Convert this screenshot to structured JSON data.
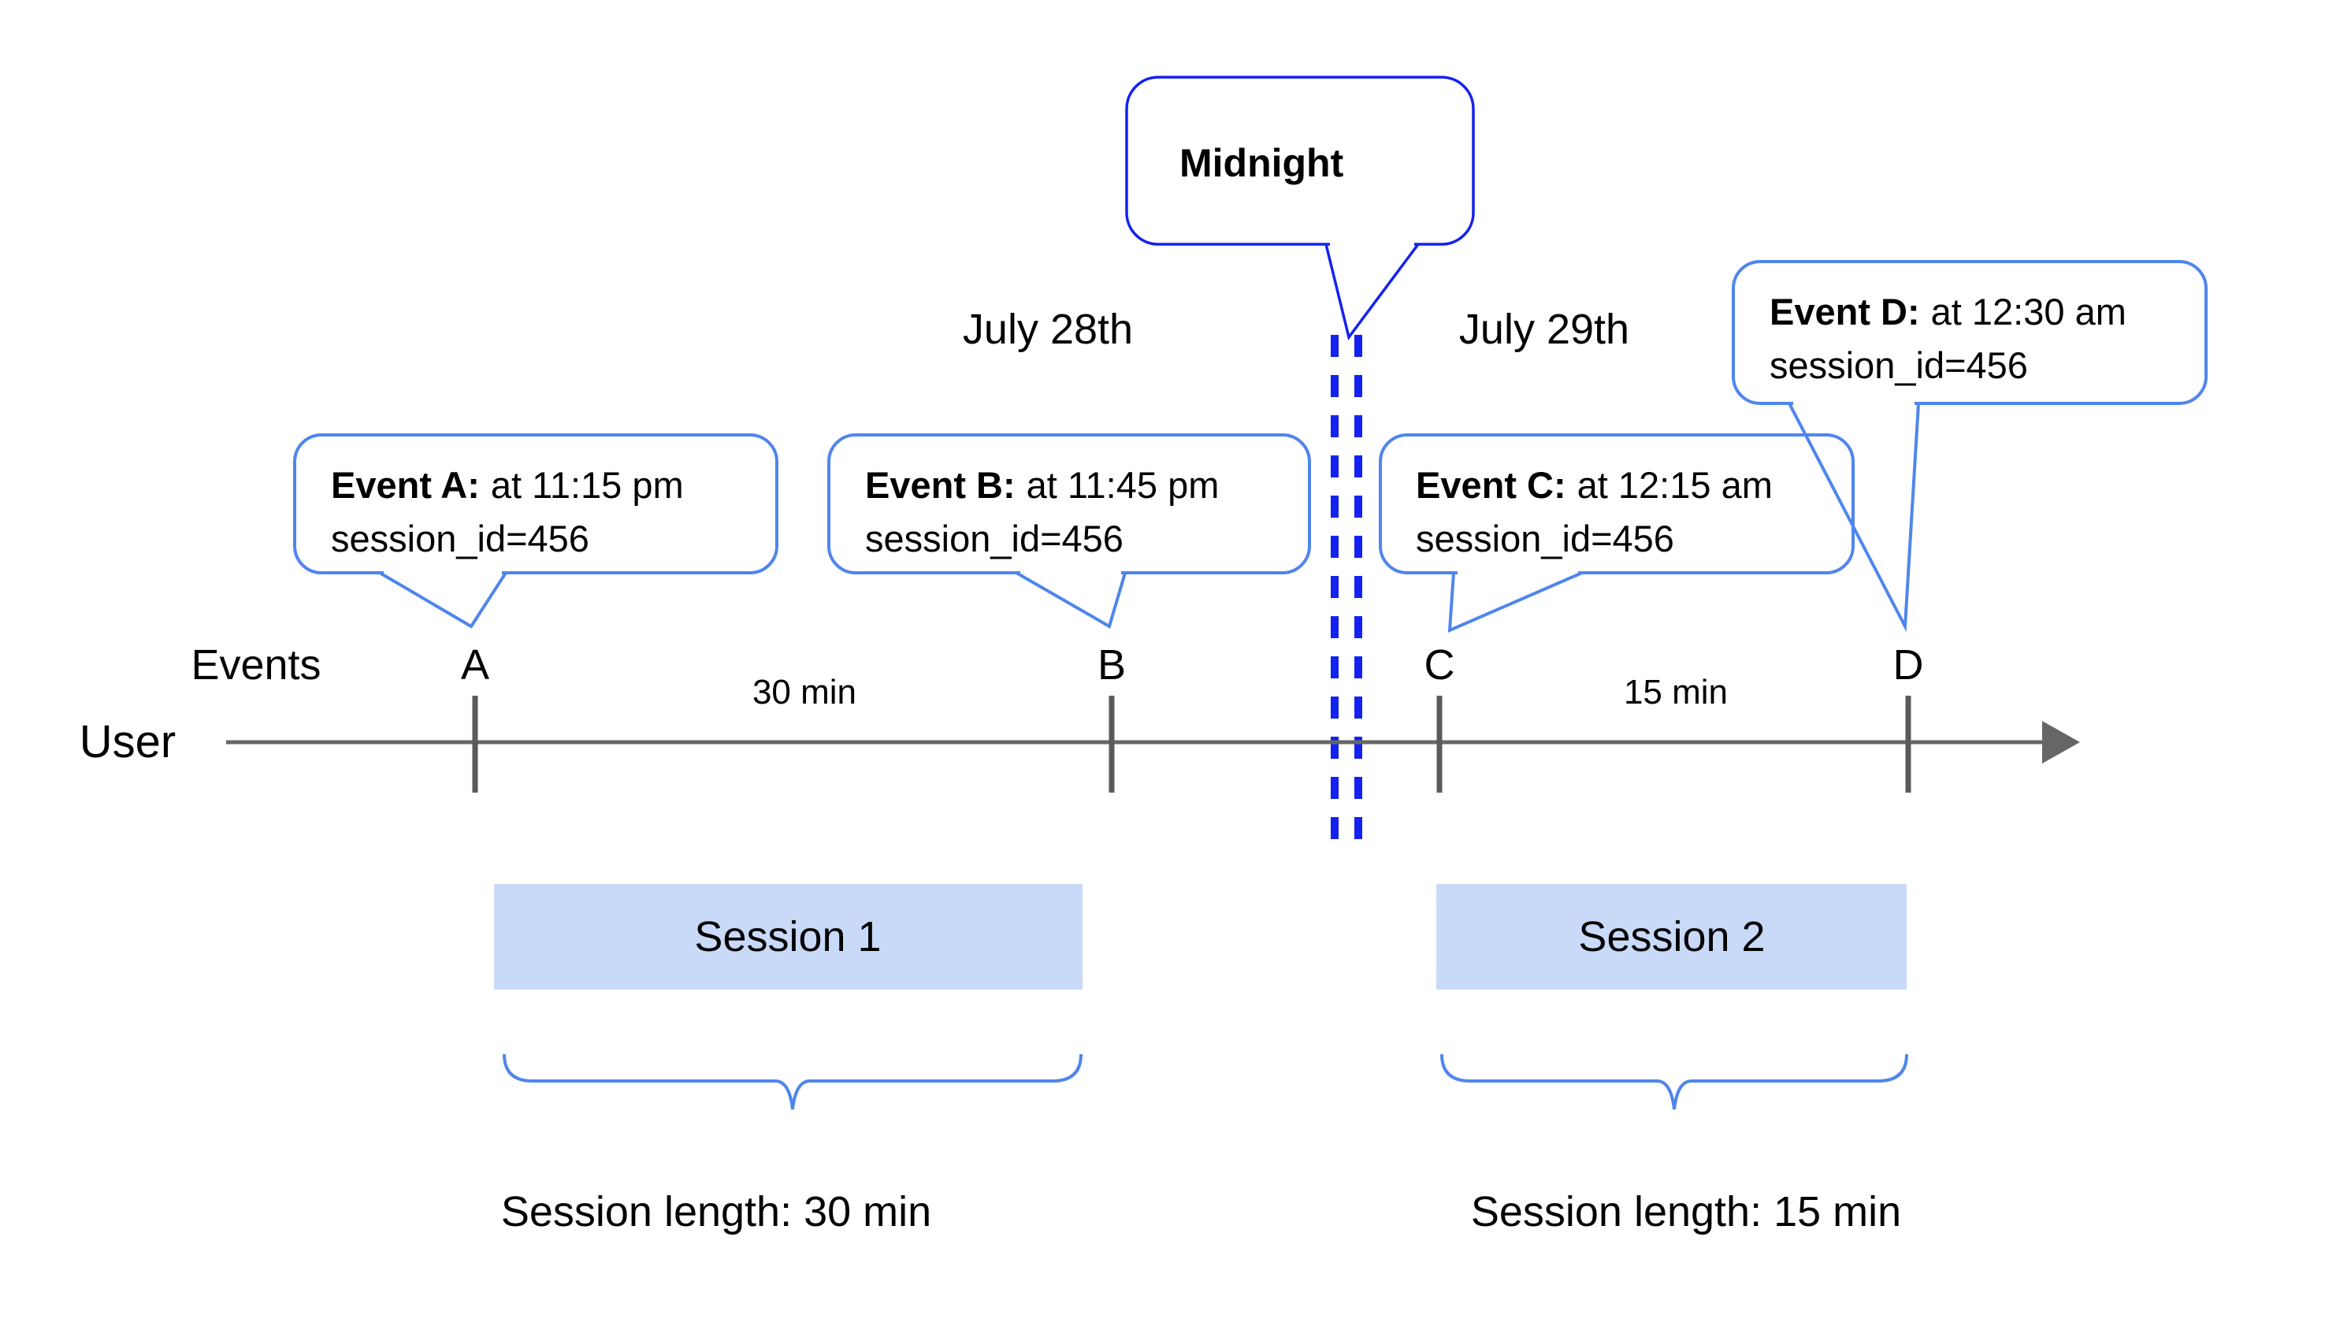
{
  "colors": {
    "accent_blue": "#1322f0",
    "callout_blue": "#4f86ec",
    "session_fill": "#c9daf8",
    "line_gray": "#666666",
    "tick_gray": "#5a5a5a"
  },
  "midnight_callout": {
    "label": "Midnight"
  },
  "dates": {
    "day1": "July 28th",
    "day2": "July 29th"
  },
  "axis": {
    "events_label": "Events",
    "user_label": "User"
  },
  "event_callouts": [
    {
      "marker": "A",
      "title": "Event A:",
      "time": "at 11:15 pm",
      "session": "session_id=456"
    },
    {
      "marker": "B",
      "title": "Event B:",
      "time": "at 11:45 pm",
      "session": "session_id=456"
    },
    {
      "marker": "C",
      "title": "Event C:",
      "time": "at 12:15 am",
      "session": "session_id=456"
    },
    {
      "marker": "D",
      "title": "Event D:",
      "time": "at 12:30 am",
      "session": "session_id=456"
    }
  ],
  "intervals": {
    "a_to_b": "30 min",
    "c_to_d": "15 min"
  },
  "sessions": [
    {
      "name": "Session 1",
      "length_label": "Session length: 30 min"
    },
    {
      "name": "Session 2",
      "length_label": "Session length: 15 min"
    }
  ]
}
